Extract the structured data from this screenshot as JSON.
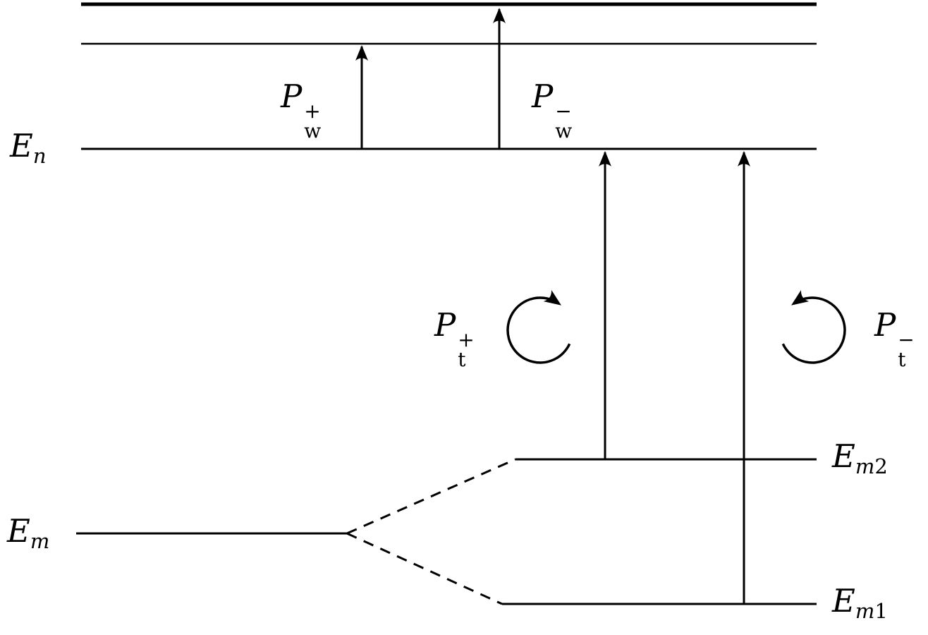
{
  "diagram": {
    "title": "energy-level-diagram",
    "labels": {
      "level_n": {
        "base": "E",
        "sub": "n"
      },
      "level_m": {
        "base": "E",
        "sub": "m"
      },
      "level_m2": {
        "base": "E",
        "sub": "m",
        "subnum": "2"
      },
      "level_m1": {
        "base": "E",
        "sub": "m",
        "subnum": "1"
      },
      "pw_plus": {
        "base": "P",
        "sub": "w",
        "sup": "+"
      },
      "pw_minus": {
        "base": "P",
        "sub": "w",
        "sup": "−"
      },
      "pt_plus": {
        "base": "P",
        "sub": "t",
        "sup": "+"
      },
      "pt_minus": {
        "base": "P",
        "sub": "t",
        "sup": "−"
      }
    },
    "colors": {
      "line": "#000000",
      "background": "#ffffff"
    }
  }
}
